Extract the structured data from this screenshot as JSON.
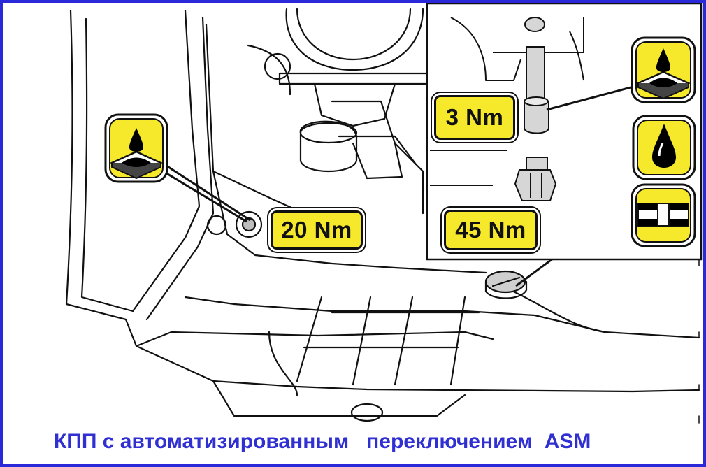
{
  "torque_labels": {
    "drain_plug": "20 Nm",
    "stud": "3 Nm",
    "filler_plug": "45 Nm"
  },
  "caption": "КПП с автоматизированным   переключением  ASM",
  "icons": {
    "left": "oil-on-surface-icon",
    "inset_top": "oil-on-surface-icon",
    "inset_middle": "oil-drop-icon",
    "inset_bottom": "seal-ring-icon"
  },
  "colors": {
    "frame": "#2929d9",
    "caption": "#2f2fd2",
    "label_fill": "#f6e82b"
  }
}
